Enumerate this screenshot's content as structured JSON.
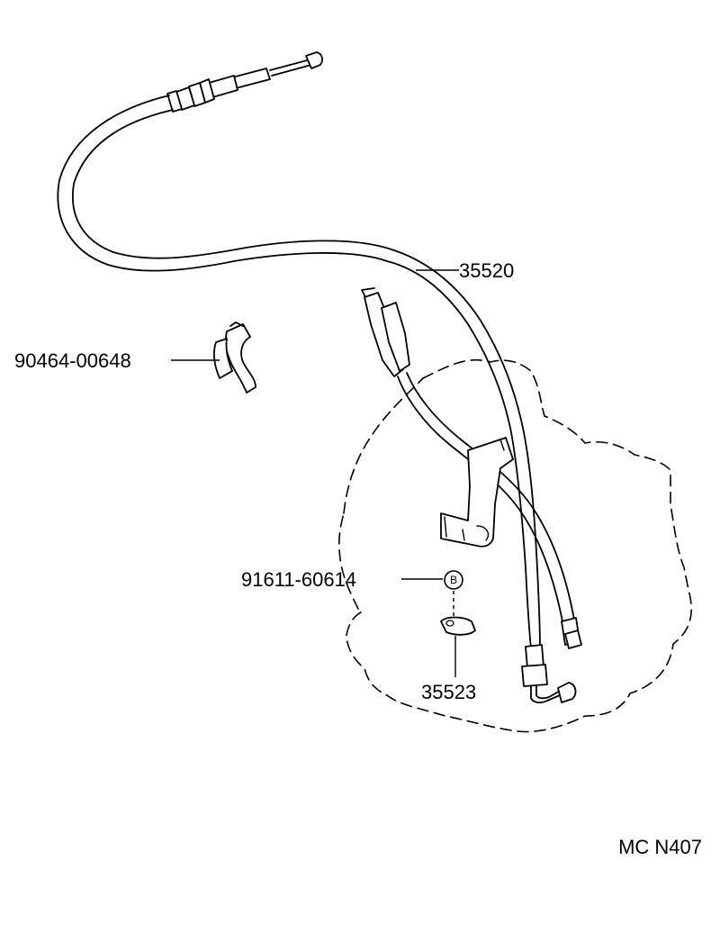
{
  "parts": {
    "throttle_cable": {
      "number": "35520"
    },
    "cable_clamp": {
      "number": "90464-00648"
    },
    "bolt": {
      "number": "91611-60614",
      "callout": "B"
    },
    "bracket": {
      "number": "35523"
    }
  },
  "reference_code": "MC N407"
}
